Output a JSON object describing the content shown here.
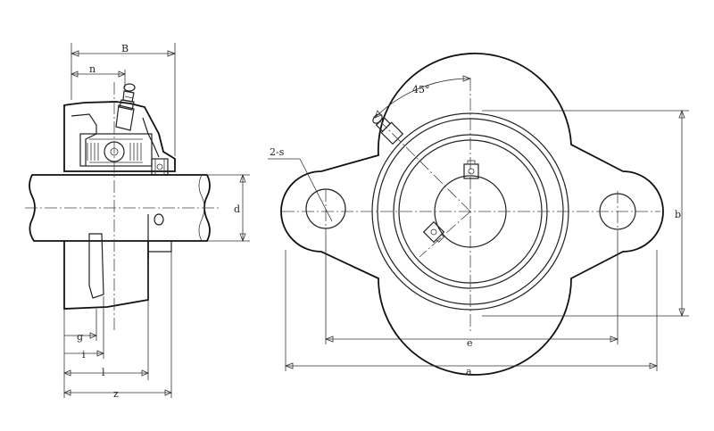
{
  "labels": {
    "B": "B",
    "n": "n",
    "d": "d",
    "g": "g",
    "i": "i",
    "l": "l",
    "z": "z",
    "angle": "45°",
    "holes": "2-s",
    "e": "e",
    "a": "a",
    "b": "b"
  },
  "colors": {
    "ink": "#222222",
    "paper": "#ffffff"
  }
}
